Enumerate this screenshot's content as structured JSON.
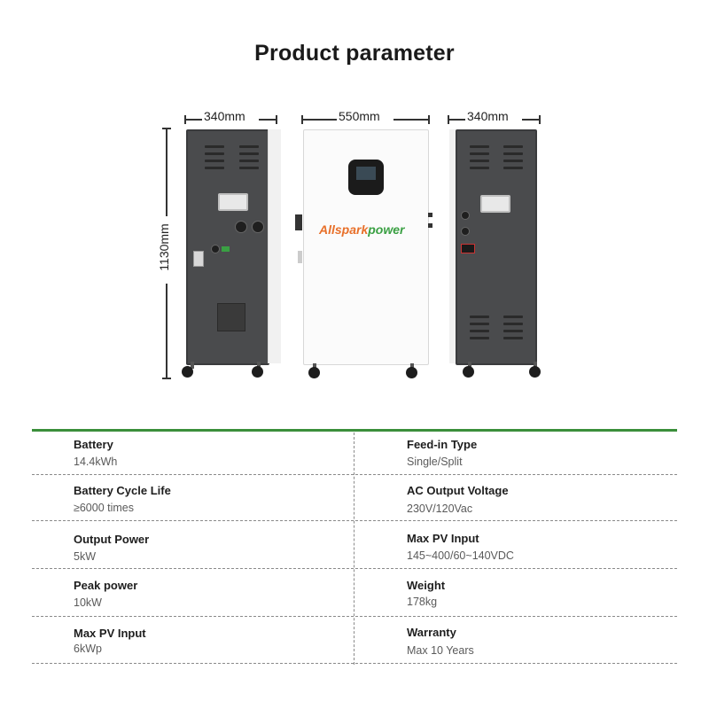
{
  "title": "Product parameter",
  "dimensions": {
    "side_left_width": "340mm",
    "front_width": "550mm",
    "side_right_width": "340mm",
    "height": "1130mm"
  },
  "brand": {
    "part1": "Allspark",
    "part2": "power"
  },
  "specs": {
    "left": [
      {
        "label": "Battery",
        "value": "14.4kWh"
      },
      {
        "label": "Battery Cycle Life",
        "value": "≥6000 times"
      },
      {
        "label": "Output Power",
        "value": "5kW"
      },
      {
        "label": "Peak power",
        "value": "10kW"
      },
      {
        "label": "Max PV Input",
        "value": "6kWp"
      }
    ],
    "right": [
      {
        "label": "Feed-in Type",
        "value": "Single/Split"
      },
      {
        "label": "AC Output Voltage",
        "value": "230V/120Vac"
      },
      {
        "label": "Max PV Input",
        "value": "145~400/60~140VDC"
      },
      {
        "label": "Weight",
        "value": "178kg"
      },
      {
        "label": "Warranty",
        "value": "Max 10 Years"
      }
    ]
  },
  "colors": {
    "accent_green": "#3b8f3b",
    "brand_orange": "#e8702a",
    "cabinet_dark": "#4a4b4d"
  }
}
